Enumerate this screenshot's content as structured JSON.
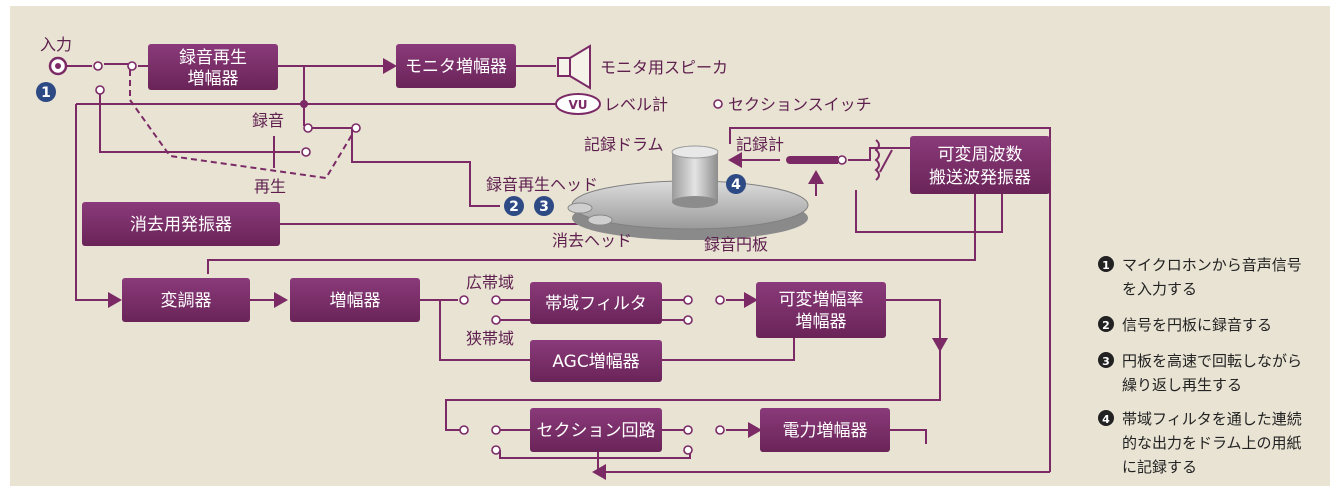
{
  "colors": {
    "line": "#7b2a66",
    "box": "#7a2e6b",
    "badge": "#2e4a85",
    "background": "#e8e3d3"
  },
  "blocks": {
    "rec_amp_1": "録音再生",
    "rec_amp_2": "増幅器",
    "monitor_amp": "モニタ増幅器",
    "erase_osc": "消去用発振器",
    "carrier_1": "可変周波数",
    "carrier_2": "搬送波発振器",
    "modulator": "変調器",
    "amp": "増幅器",
    "bandfilter": "帯域フィルタ",
    "var_gain_1": "可変増幅率",
    "var_gain_2": "増幅器",
    "agc": "AGC増幅器",
    "section_circuit": "セクション回路",
    "power_amp": "電力増幅器"
  },
  "labels": {
    "input": "入力",
    "speaker": "モニタ用スピーカ",
    "vu": "VU",
    "level_meter": "レベル計",
    "section_switch": "セクションスイッチ",
    "record": "録音",
    "play": "再生",
    "drum": "記録ドラム",
    "recorder": "記録計",
    "head": "録音再生ヘッド",
    "erase_head": "消去ヘッド",
    "disc": "録音円板",
    "wide": "広帯域",
    "narrow": "狭帯域"
  },
  "badges": [
    "1",
    "2",
    "3",
    "4"
  ],
  "legend": [
    {
      "num": "1",
      "lines": [
        "マイクロホンから音声信号",
        "を入力する"
      ]
    },
    {
      "num": "2",
      "lines": [
        "信号を円板に録音する"
      ]
    },
    {
      "num": "3",
      "lines": [
        "円板を高速で回転しながら",
        "繰り返し再生する"
      ]
    },
    {
      "num": "4",
      "lines": [
        "帯域フィルタを通した連続",
        "的な出力をドラム上の用紙",
        "に記録する"
      ]
    }
  ]
}
